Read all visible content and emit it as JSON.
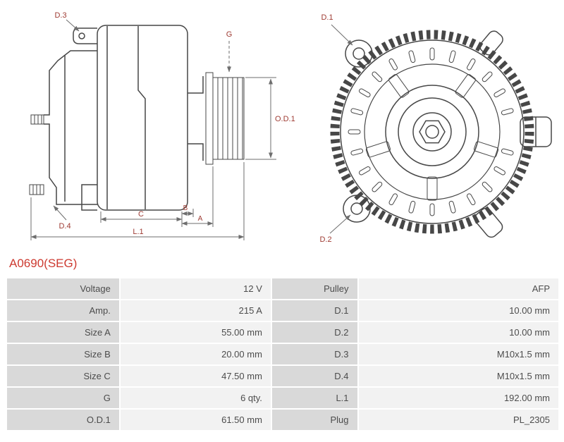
{
  "part_number": "A0690(SEG)",
  "colors": {
    "accent_red": "#cd3a30",
    "label_cell_bg": "#d9d9d9",
    "value_cell_bg": "#f2f2f2"
  },
  "diagram": {
    "labels": {
      "d1": "D.1",
      "d2": "D.2",
      "d3": "D.3",
      "d4": "D.4",
      "g": "G",
      "od1": "O.D.1",
      "a": "A",
      "b": "B",
      "c": "C",
      "l1": "L.1"
    }
  },
  "table": {
    "rows": [
      {
        "l1": "Voltage",
        "v1": "12 V",
        "l2": "Pulley",
        "v2": "AFP"
      },
      {
        "l1": "Amp.",
        "v1": "215 A",
        "l2": "D.1",
        "v2": "10.00 mm"
      },
      {
        "l1": "Size A",
        "v1": "55.00 mm",
        "l2": "D.2",
        "v2": "10.00 mm"
      },
      {
        "l1": "Size B",
        "v1": "20.00 mm",
        "l2": "D.3",
        "v2": "M10x1.5 mm"
      },
      {
        "l1": "Size C",
        "v1": "47.50 mm",
        "l2": "D.4",
        "v2": "M10x1.5 mm"
      },
      {
        "l1": "G",
        "v1": "6 qty.",
        "l2": "L.1",
        "v2": "192.00 mm"
      },
      {
        "l1": "O.D.1",
        "v1": "61.50 mm",
        "l2": "Plug",
        "v2": "PL_2305"
      }
    ]
  }
}
